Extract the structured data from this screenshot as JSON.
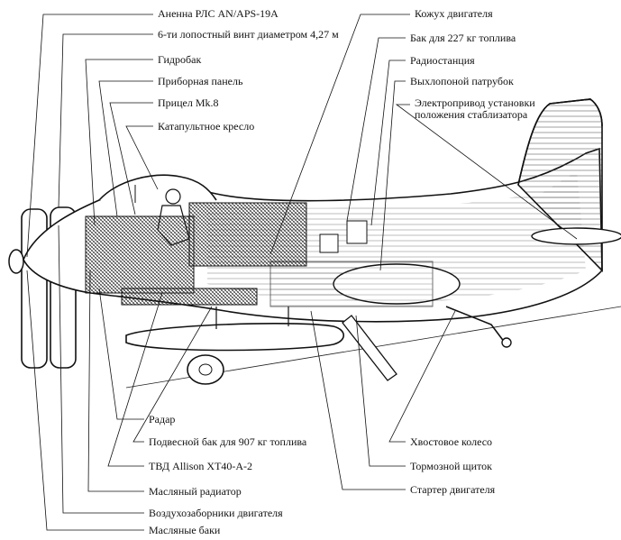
{
  "diagram": {
    "labels_top": [
      {
        "id": "radar-antenna",
        "text": "Аненна РЛС AN/APS-19A"
      },
      {
        "id": "propeller",
        "text": "6-ти лопостный винт диаметром 4,27 м"
      },
      {
        "id": "hydraulic-tank",
        "text": "Гидробак"
      },
      {
        "id": "instrument-panel",
        "text": "Приборная панель"
      },
      {
        "id": "gunsight",
        "text": "Прицел Mk.8"
      },
      {
        "id": "ejection-seat",
        "text": "Катапультное кресло"
      },
      {
        "id": "engine-cowling",
        "text": "Кожух двигателя"
      },
      {
        "id": "fuel-tank-227",
        "text": "Бак для 227 кг топлива"
      },
      {
        "id": "radio",
        "text": "Радиостанция"
      },
      {
        "id": "exhaust",
        "text": "Выхлопоной патрубок"
      },
      {
        "id": "stabilizer-actuator-1",
        "text": "Электропривод установки"
      },
      {
        "id": "stabilizer-actuator-2",
        "text": "положения стаблизатора"
      }
    ],
    "labels_bottom": [
      {
        "id": "radar",
        "text": "Радар"
      },
      {
        "id": "drop-tank",
        "text": "Подвесной бак  для 907 кг топлива"
      },
      {
        "id": "turboprop",
        "text": "ТВД Allison XT40-A-2"
      },
      {
        "id": "oil-cooler",
        "text": "Масляный радиатор"
      },
      {
        "id": "air-intakes",
        "text": "Воздухозаборники двигателя"
      },
      {
        "id": "oil-tanks",
        "text": "Масляные баки"
      },
      {
        "id": "tail-wheel",
        "text": "Хвостовое колесо"
      },
      {
        "id": "air-brake",
        "text": "Тормозной щиток"
      },
      {
        "id": "engine-starter",
        "text": "Стартер двигателя"
      }
    ]
  }
}
